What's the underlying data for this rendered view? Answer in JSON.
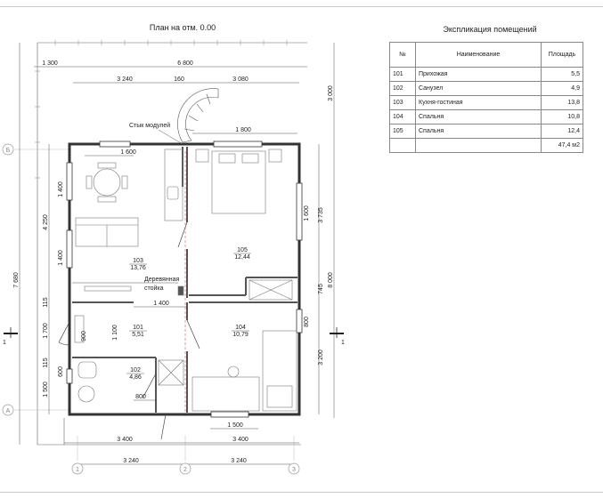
{
  "plan": {
    "title": "План на отм. 0.00",
    "dims": {
      "d1300": "1 300",
      "d6800": "6 800",
      "d3240_top": "3 240",
      "d160": "160",
      "d3080": "3 080",
      "d3000": "3 000",
      "d1800": "1 800",
      "d1600_h": "1 600",
      "d1400_v1": "1 400",
      "d4250": "4 250",
      "d1400_v2": "1 400",
      "d7680": "7 680",
      "d115_a": "115",
      "d1700": "1 700",
      "d115_b": "115",
      "d1500_v": "1 500",
      "d600": "600",
      "d900": "900",
      "d1100": "1 100",
      "d1400_h": "1 400",
      "d1600_v": "1 600",
      "d3735": "3 735",
      "d745": "745",
      "d8000": "8 000",
      "d800_v": "800",
      "d3200": "3 200",
      "d800_h": "800",
      "d1500_h": "1 500",
      "d3400_l": "3 400",
      "d3400_r": "3 400",
      "d3240_bl": "3 240",
      "d3240_br": "3 240"
    },
    "notes": {
      "module_joint": "Стык модулей",
      "post_1": "Деревянная",
      "post_2": "стойка"
    },
    "rooms": [
      {
        "no": "103",
        "area": "13,76"
      },
      {
        "no": "105",
        "area": "12,44"
      },
      {
        "no": "101",
        "area": "5,51"
      },
      {
        "no": "104",
        "area": "10,79"
      },
      {
        "no": "102",
        "area": "4,86"
      }
    ],
    "axes": {
      "a1": "1",
      "a2": "2",
      "a3": "3",
      "aA": "А",
      "aB": "Б",
      "sec_l": "1",
      "sec_r": "1"
    }
  },
  "explication": {
    "title": "Экспликация помещений",
    "headers": [
      "№",
      "Наименование",
      "Площадь"
    ],
    "rows": [
      {
        "no": "101",
        "name": "Прихожая",
        "area": "5,5"
      },
      {
        "no": "102",
        "name": "Санузел",
        "area": "4,9"
      },
      {
        "no": "103",
        "name": "Кухня-гостиная",
        "area": "13,8"
      },
      {
        "no": "104",
        "name": "Спальня",
        "area": "10,8"
      },
      {
        "no": "105",
        "name": "Спальня",
        "area": "12,4"
      }
    ],
    "total": "47,4 м2"
  }
}
